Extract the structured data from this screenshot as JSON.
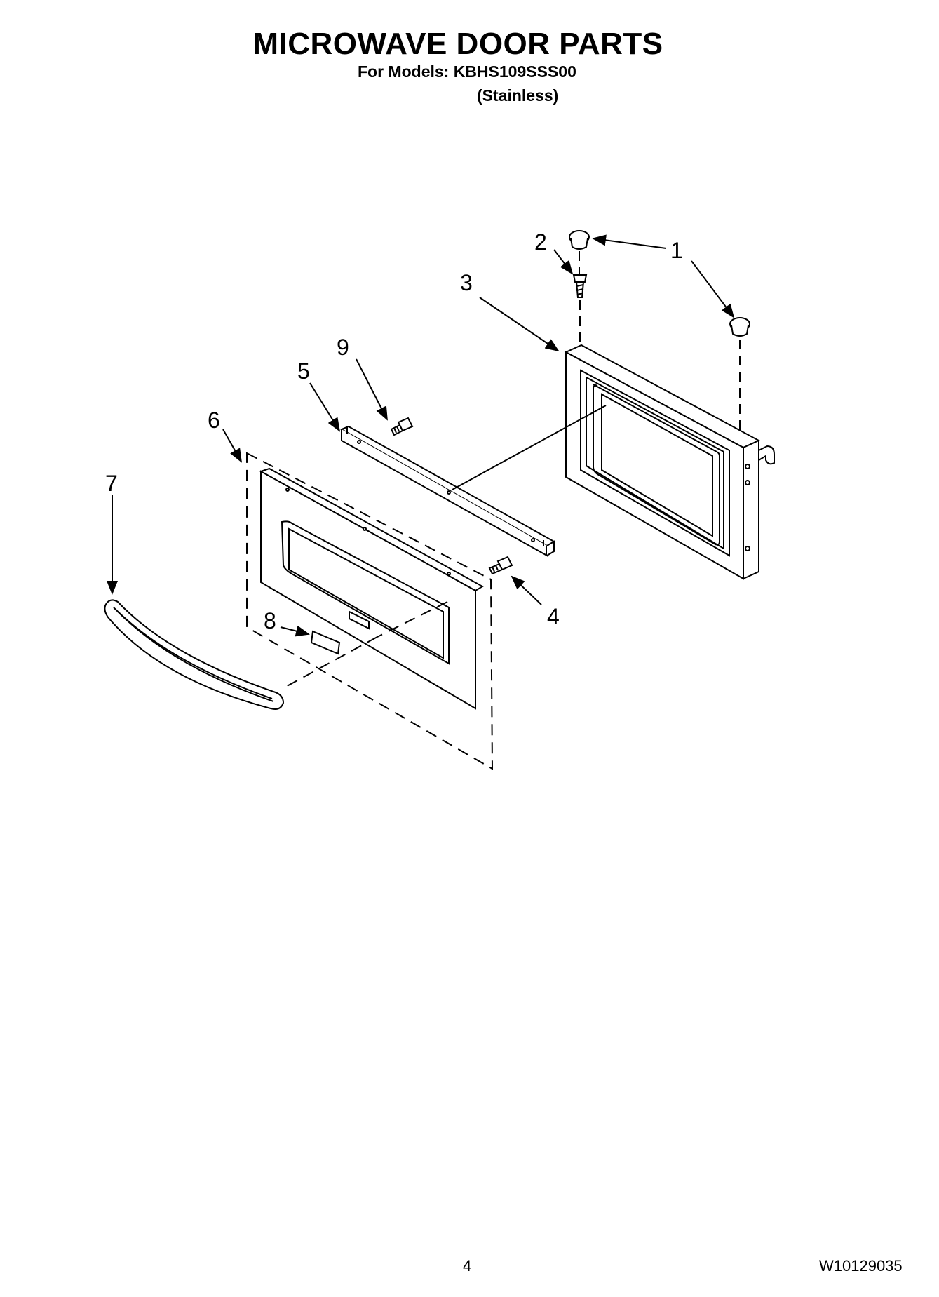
{
  "header": {
    "title": "MICROWAVE DOOR PARTS",
    "models_line": "For Models: KBHS109SSS00",
    "finish_line": "(Stainless)"
  },
  "callouts": [
    "1",
    "2",
    "3",
    "4",
    "5",
    "6",
    "7",
    "8",
    "9"
  ],
  "footer": {
    "page_number": "4",
    "document_code": "W10129035"
  }
}
